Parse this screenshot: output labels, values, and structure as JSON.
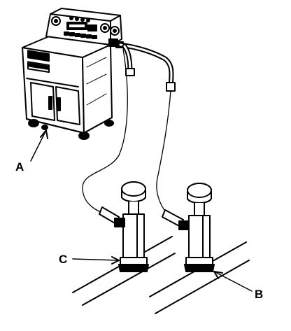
{
  "callouts": {
    "a": "A",
    "b": "B",
    "c": "C"
  },
  "colors": {
    "ink": "#000000",
    "paper": "#ffffff",
    "shade": "#1a1a1a"
  }
}
